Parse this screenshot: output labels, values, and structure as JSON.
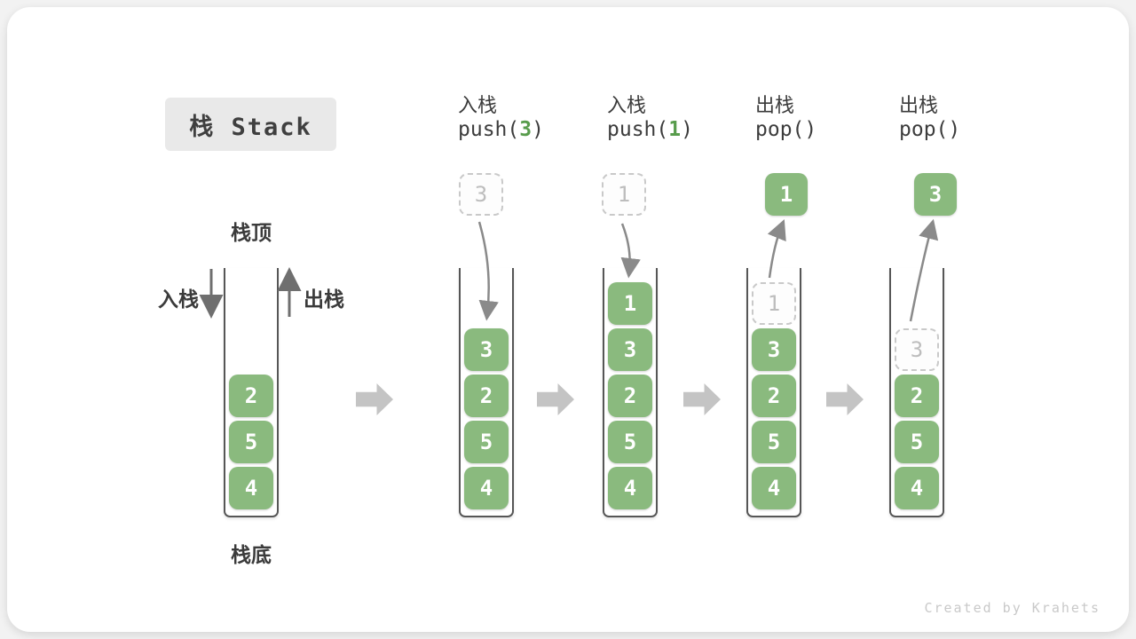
{
  "title": {
    "label": "栈 Stack"
  },
  "legend": {
    "stack_top": "栈顶",
    "stack_bottom": "栈底",
    "push": "入栈",
    "pop": "出栈"
  },
  "watermark": "Created by Krahets",
  "colors": {
    "box_green": "#8aba7e",
    "accent_green": "#589c4c",
    "text_dark": "#3c3c3c",
    "curve_arrow_gray": "#8a8a8a",
    "block_arrow_gray": "#c4c4c4",
    "ghost_gray": "#bdbdbd"
  },
  "columns": [
    {
      "name": "initial-stack",
      "stack": [
        "2",
        "5",
        "4"
      ]
    },
    {
      "name": "push-3",
      "op": "入栈",
      "code_open": "push(",
      "arg": "3",
      "code_close": ")",
      "float_value": "3",
      "stack": [
        "3",
        "2",
        "5",
        "4"
      ]
    },
    {
      "name": "push-1",
      "op": "入栈",
      "code_open": "push(",
      "arg": "1",
      "code_close": ")",
      "float_value": "1",
      "stack": [
        "1",
        "3",
        "2",
        "5",
        "4"
      ]
    },
    {
      "name": "pop-1",
      "op": "出栈",
      "code_open": "pop()",
      "arg": "",
      "code_close": "",
      "float_value": "1",
      "ghost_value": "1",
      "stack": [
        "3",
        "2",
        "5",
        "4"
      ]
    },
    {
      "name": "pop-3",
      "op": "出栈",
      "code_open": "pop()",
      "arg": "",
      "code_close": "",
      "float_value": "3",
      "ghost_value": "3",
      "stack": [
        "2",
        "5",
        "4"
      ]
    }
  ]
}
